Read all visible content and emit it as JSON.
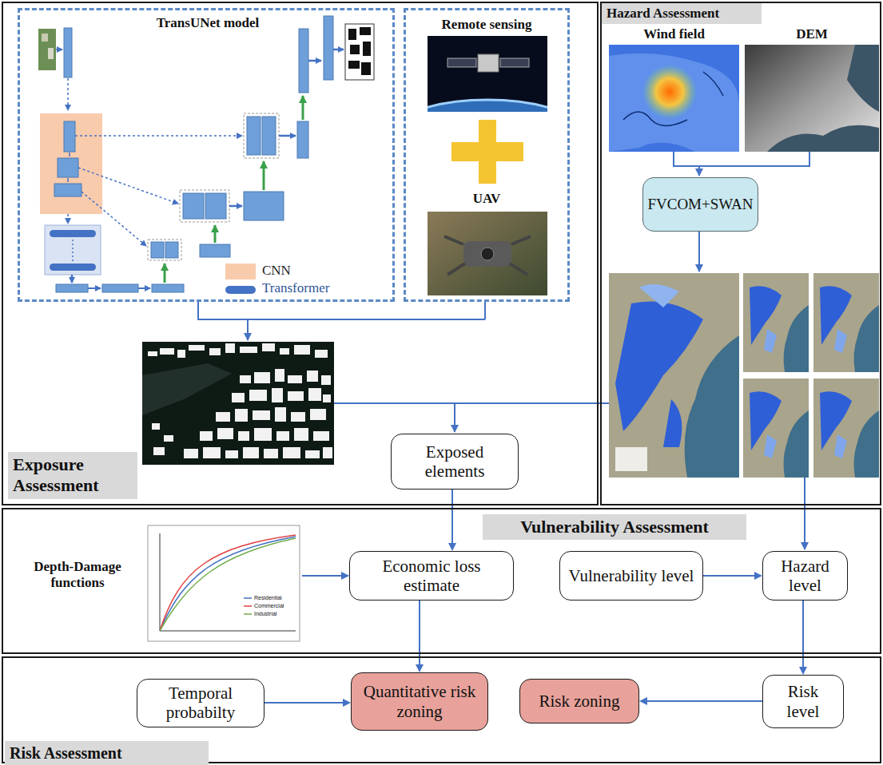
{
  "diagram": {
    "nodes": [
      {
        "text": [
          "Exposure Assessment"
        ]
      },
      {
        "text": [
          "TransUNet model"
        ],
        "in": 0
      },
      {
        "text": [
          "Remote sensing",
          "UAV"
        ],
        "in": 0
      },
      {
        "text": [
          "Exposed elements"
        ],
        "in": 0
      },
      {
        "text": [
          "Hazard Assessment"
        ]
      },
      {
        "text": [
          "FVCOM+SWAN"
        ],
        "in": 4
      },
      {
        "text": [
          "Vulnerability Assessment"
        ]
      },
      {
        "text": [
          "Economic loss estimate"
        ],
        "in": 6
      },
      {
        "text": [
          "Vulnerability level"
        ],
        "in": 6
      },
      {
        "text": [
          "Hazard level"
        ],
        "in": 6
      },
      {
        "text": [
          "Risk Assessment"
        ]
      },
      {
        "text": [
          "Temporal probabilty"
        ],
        "in": 10
      },
      {
        "text": [
          "Quantitative risk zoning"
        ],
        "in": 10
      },
      {
        "text": [
          "Risk zoning"
        ],
        "in": 10
      },
      {
        "text": [
          "Risk level"
        ],
        "in": 10
      }
    ],
    "edges": [
      {
        "from": 3,
        "to": 7,
        "arrow": "to"
      },
      {
        "from": 8,
        "to": 9,
        "arrow": "to"
      },
      {
        "from": 9,
        "to": 14,
        "arrow": "to"
      },
      {
        "from": 7,
        "to": 12,
        "arrow": "to"
      },
      {
        "from": 11,
        "to": 12,
        "arrow": "to"
      },
      {
        "from": 14,
        "to": 13,
        "arrow": "to"
      }
    ],
    "labels": [
      "Wind field",
      "DEM",
      "Depth-Damage functions",
      "Residential",
      "Commercial",
      "Industrial"
    ],
    "legend": [
      {
        "text": "CNN",
        "color": "#f8cbad"
      },
      {
        "text": "Transformer",
        "color": "#4472c4"
      }
    ]
  }
}
